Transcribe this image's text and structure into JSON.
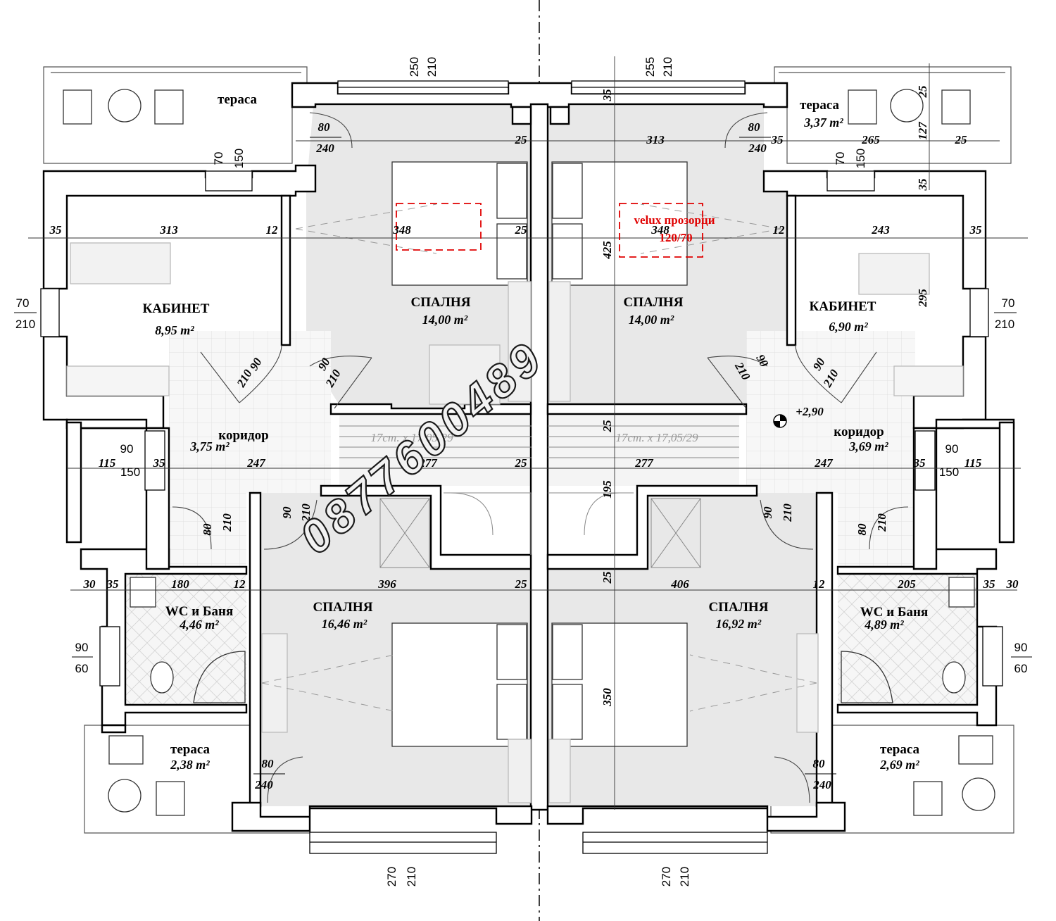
{
  "colors": {
    "wall": "#ffffff",
    "wall_outline": "#000000",
    "floor": "#e8e8e8",
    "tile": "#f6f6f6",
    "velux": "#e00000",
    "watermark_fill": "#f2f2f2"
  },
  "rooms": {
    "terrace_tl": {
      "name": "тераса",
      "area": ""
    },
    "terrace_tr": {
      "name": "тераса",
      "area": "3,37 m²"
    },
    "terrace_bl": {
      "name": "тераса",
      "area": "2,38 m²"
    },
    "terrace_br": {
      "name": "тераса",
      "area": "2,69 m²"
    },
    "office_l": {
      "name": "КАБИНЕТ",
      "area": "8,95 m²"
    },
    "office_r": {
      "name": "КАБИНЕТ",
      "area": "6,90 m²"
    },
    "bedroom_tl": {
      "name": "СПАЛНЯ",
      "area": "14,00 m²"
    },
    "bedroom_tr": {
      "name": "СПАЛНЯ",
      "area": "14,00 m²"
    },
    "bedroom_bl": {
      "name": "СПАЛНЯ",
      "area": "16,46 m²"
    },
    "bedroom_br": {
      "name": "СПАЛНЯ",
      "area": "16,92 m²"
    },
    "corridor_l": {
      "name": "коридор",
      "area": "3,75 m²"
    },
    "corridor_r": {
      "name": "коридор",
      "area": "3,69 m²"
    },
    "wc_l": {
      "name": "WC и Баня",
      "area": "4,46 m²"
    },
    "wc_r": {
      "name": "WC и Баня",
      "area": "4,89 m²"
    }
  },
  "stairs": {
    "left": "17ст. x 17,05/29",
    "right": "17ст. x 17,05/29"
  },
  "velux": {
    "line1": "velux прозорци",
    "line2": "120/70"
  },
  "level_mark": "+2,90",
  "watermark": "0877600489",
  "dimensions": {
    "d35a": "35",
    "d313a": "313",
    "d12a": "12",
    "d348a": "348",
    "d25a": "25",
    "d348b": "348",
    "d12b": "12",
    "d243": "243",
    "d35b": "35",
    "d25b": "25",
    "d313b": "313",
    "d35c": "35",
    "d265": "265",
    "d25c": "25",
    "d35v": "35",
    "d127": "127",
    "d25v": "25",
    "d35v2": "35",
    "d425": "425",
    "d295": "295",
    "d115a": "115",
    "d35d": "35",
    "d247a": "247",
    "d277a": "277",
    "d25d": "25",
    "d277b": "277",
    "d247b": "247",
    "d35e": "35",
    "d115b": "115",
    "d25e": "25",
    "d195": "195",
    "d25f": "25",
    "d30a": "30",
    "d35f": "35",
    "d180": "180",
    "d12c": "12",
    "d396": "396",
    "d25g": "25",
    "d406": "406",
    "d12d": "12",
    "d205": "205",
    "d35g": "35",
    "d30b": "30",
    "d350": "350"
  },
  "openings": {
    "top_l_a": "250",
    "top_l_b": "210",
    "top_r_a": "255",
    "top_r_b": "210",
    "bot_l_a": "270",
    "bot_l_b": "210",
    "bot_r_a": "270",
    "bot_r_b": "210",
    "wl_70": "70",
    "wl_210": "210",
    "wr_70": "70",
    "wr_210": "210",
    "wl2_90": "90",
    "wl2_150": "150",
    "wr2_90": "90",
    "wr2_150": "150",
    "wl3_90": "90",
    "wl3_60": "60",
    "wr3_90": "90",
    "wr3_60": "60",
    "tw_l_70": "70",
    "tw_l_150": "150",
    "tw_r_70": "70",
    "tw_r_150": "150",
    "dr_tl_80": "80",
    "dr_tl_240": "240",
    "dr_tr_80": "80",
    "dr_tr_240": "240",
    "dr_bl_80": "80",
    "dr_bl_240": "240",
    "dr_br_80": "80",
    "dr_br_240": "240",
    "door_a90": "90",
    "door_a210": "210",
    "door_b90": "90",
    "door_b210": "210",
    "door_c90": "90",
    "door_c210": "210",
    "door_d90": "90",
    "door_d210": "210",
    "door_e90": "90",
    "door_e210": "210",
    "door_f90": "90",
    "door_f210": "210",
    "door_g80": "80",
    "door_g210": "210",
    "door_h80": "80",
    "door_h210": "210"
  }
}
